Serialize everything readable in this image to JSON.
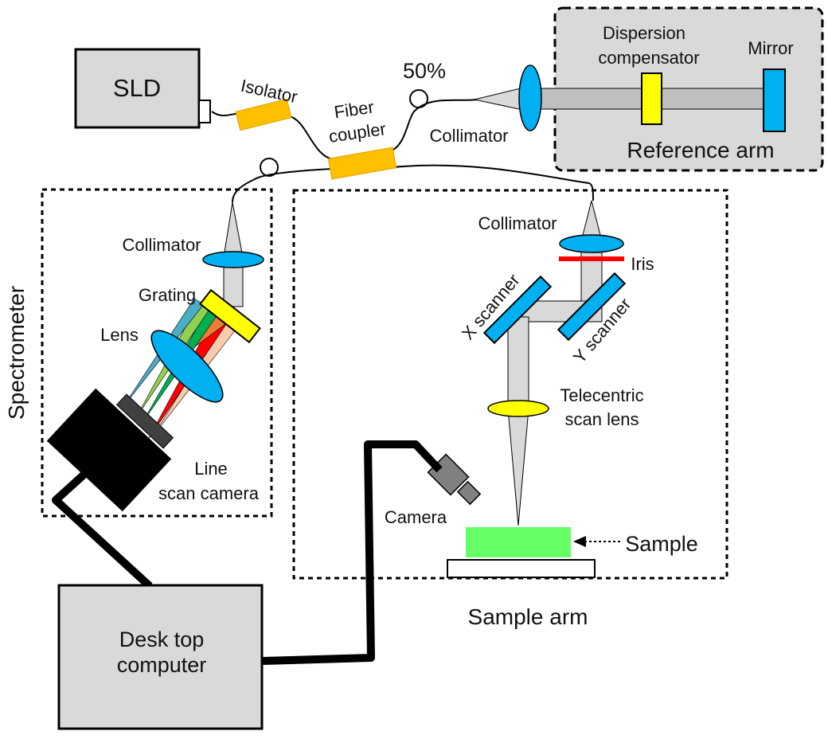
{
  "labels": {
    "sld": "SLD",
    "isolator": "Isolator",
    "fiber_coupler_1": "Fiber",
    "fiber_coupler_2": "coupler",
    "split_ratio": "50%",
    "collimator_ref": "Collimator",
    "dispersion_1": "Dispersion",
    "dispersion_2": "compensator",
    "mirror": "Mirror",
    "reference_arm": "Reference arm",
    "spectrometer": "Spectrometer",
    "collimator_spec": "Collimator",
    "grating": "Grating",
    "lens": "Lens",
    "line_scan_1": "Line",
    "line_scan_2": "scan camera",
    "collimator_sample": "Collimator",
    "iris": "Iris",
    "x_scanner": "X scanner",
    "y_scanner": "Y scanner",
    "telecentric_1": "Telecentric",
    "telecentric_2": "scan lens",
    "camera": "Camera",
    "sample": "Sample",
    "sample_arm": "Sample arm",
    "desktop_1": "Desk top",
    "desktop_2": "computer"
  },
  "colors": {
    "box_gray": "#d9d9d9",
    "isolator_orange": "#ffc000",
    "lens_blue": "#00b0f0",
    "dispersion_yellow": "#ffff00",
    "beam_gray": "#d9d9d9",
    "iris_red": "#ff0000",
    "sample_green": "#66ff66",
    "camera_gray": "#808080"
  }
}
